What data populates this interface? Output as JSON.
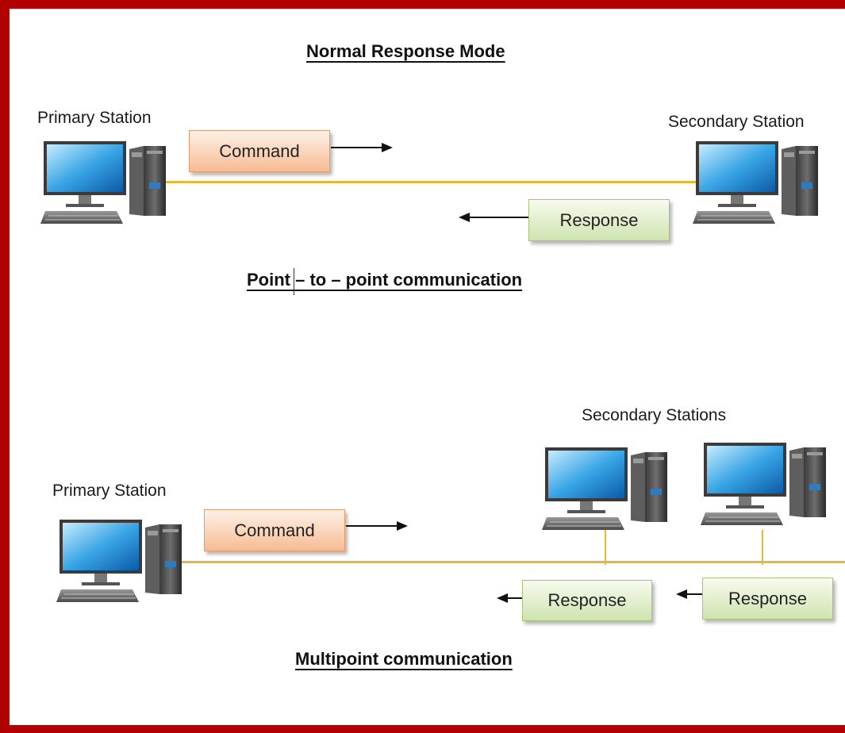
{
  "title": "Normal Response Mode",
  "top_diagram": {
    "primary_label": "Primary Station",
    "secondary_label": "Secondary Station",
    "command_label": "Command",
    "response_label": "Response",
    "caption": "Point – to – point communication"
  },
  "bottom_diagram": {
    "primary_label": "Primary Station",
    "secondary_label": "Secondary Stations",
    "command_label": "Command",
    "response_labels": [
      "Response",
      "Response"
    ],
    "caption": "Multipoint communication"
  },
  "colors": {
    "frame": "#b00000",
    "link": "#e5b83a",
    "command_fill": "#f7bb94",
    "response_fill": "#cfe3b0"
  },
  "icons": {
    "station": "desktop-computer-icon",
    "arrow": "arrow-icon"
  }
}
